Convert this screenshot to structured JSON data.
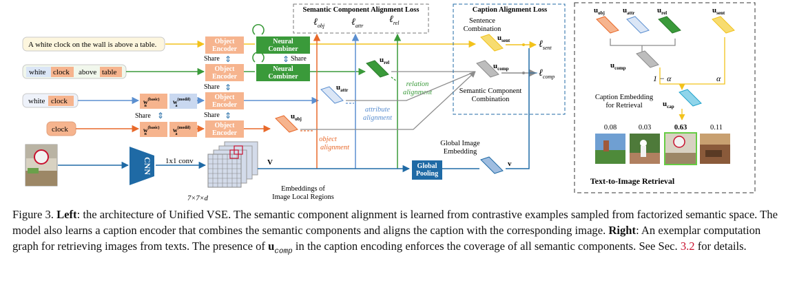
{
  "left": {
    "input_sentence": "A white clock on the wall is above a table.",
    "rel_phrase": {
      "w1": "white",
      "w2": "clock",
      "w3": "above",
      "w4": "table"
    },
    "attr_phrase": {
      "w1": "white",
      "w2": "clock"
    },
    "obj_phrase": {
      "w1": "clock"
    },
    "object_encoder": "Object\nEncoder",
    "neural_combiner": "Neural\nCombiner",
    "share": "Share",
    "w_basic": "w",
    "w_basic_sub": "n",
    "w_basic_sup": "(basic)",
    "w_modif": "w",
    "w_modif_sub": "a",
    "w_modif_sup": "(modif)",
    "u_obj": "u",
    "u_obj_sub": "obj",
    "u_attr": "u",
    "u_attr_sub": "attr",
    "u_rel": "u",
    "u_rel_sub": "rel",
    "u_sent": "u",
    "u_sent_sub": "sent",
    "u_comp": "u",
    "u_comp_sub": "comp",
    "l_symbol": "ℓ",
    "l_obj": "obj",
    "l_attr": "attr",
    "l_rel": "rel",
    "l_sent": "sent",
    "l_comp": "comp",
    "semantic_loss_title": "Semantic Component Alignment Loss",
    "caption_loss_title": "Caption Alignment Loss",
    "sentence_combination": "Sentence\nCombination",
    "semantic_component_combination": "Semantic Component\nCombination",
    "relation_alignment": "relation\nalignment",
    "attribute_alignment": "attribute\nalignment",
    "object_alignment": "object\nalignment",
    "cnn": "CNN",
    "conv": "1x1 conv",
    "v_label": "V",
    "grid_dims": "7×7×d",
    "embeddings_label": "Embeddings of\nImage Local Regions",
    "global_embedding": "Global Image\nEmbedding",
    "global_pooling": "Global\nPooling",
    "v_vec": "v"
  },
  "right": {
    "u_obj": "u",
    "u_obj_sub": "obj",
    "u_attr": "u",
    "u_attr_sub": "attr",
    "u_rel": "u",
    "u_rel_sub": "rel",
    "u_sent": "u",
    "u_sent_sub": "sent",
    "u_comp": "u",
    "u_comp_sub": "comp",
    "one_minus_alpha": "1 − α",
    "alpha": "α",
    "caption_embedding": "Caption Embedding\nfor Retrieval",
    "u_cap": "u",
    "u_cap_sub": "cap",
    "scores": [
      "0.08",
      "0.03",
      "0.63",
      "0.11"
    ],
    "title": "Text-to-Image Retrieval"
  },
  "caption": {
    "fig": "Figure 3.",
    "left_bold": "Left",
    "left_text": ": the architecture of Unified VSE. The semantic component alignment is learned from contrastive examples sampled from factorized semantic space. The model also learns a caption encoder that combines the semantic components and aligns the caption with the corresponding image.",
    "right_bold": "Right",
    "right_text_1": ": An exemplar computation graph for retrieving images from texts. The presence of",
    "u_comp": "u",
    "u_comp_sub": "comp",
    "right_text_2": "in the caption encoding enforces the coverage of all semantic components. See Sec.",
    "ref": "3.2",
    "right_text_3": "for details."
  },
  "colors": {
    "orange": "#e8692a",
    "orange_light": "#f6b48e",
    "blue": "#5b8fd0",
    "blue_light": "#c9d8f0",
    "green": "#3a9a3a",
    "green_dark": "#2f7d2f",
    "yellow": "#f2c21b",
    "gray": "#8c8c8c",
    "navy": "#1f6aa5"
  }
}
